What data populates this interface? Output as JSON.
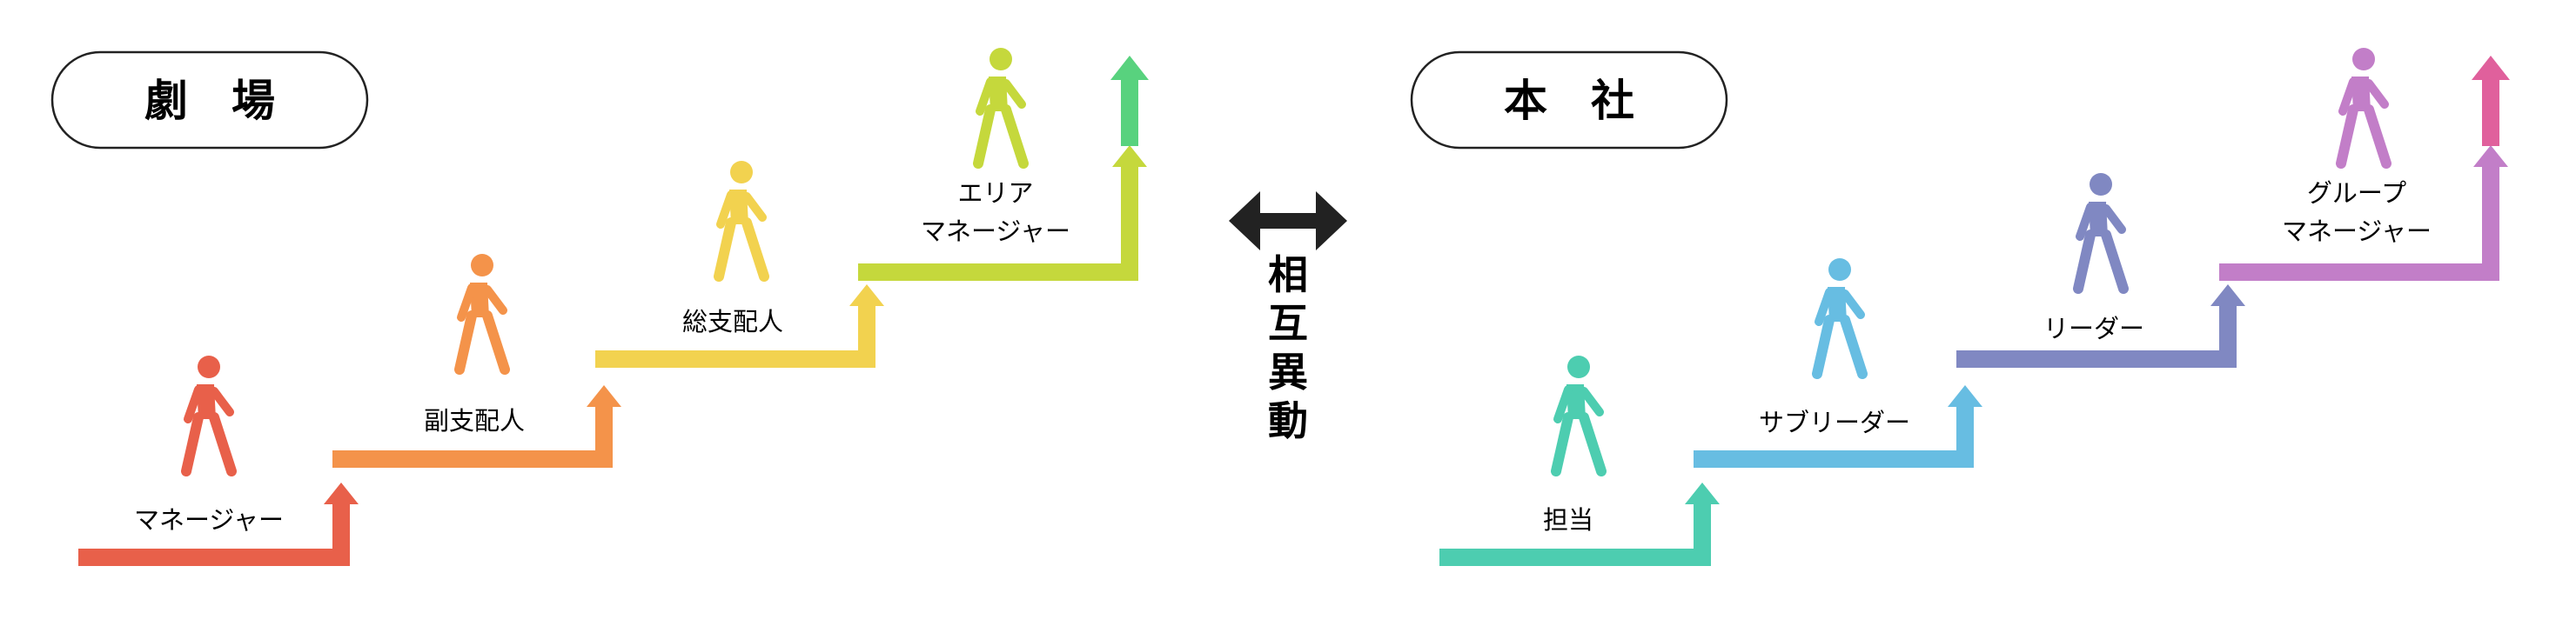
{
  "left_panel": {
    "title": "劇　場",
    "steps": [
      {
        "label_lines": [
          "マネージャー"
        ],
        "color": "#e8604a"
      },
      {
        "label_lines": [
          "副支配人"
        ],
        "color": "#f4934a"
      },
      {
        "label_lines": [
          "総支配人"
        ],
        "color": "#f2d24f"
      },
      {
        "label_lines": [
          "エリア",
          "マネージャー"
        ],
        "color": "#c5d83c"
      },
      {
        "label_lines": [],
        "color": "#58d27e"
      }
    ]
  },
  "right_panel": {
    "title": "本　社",
    "steps": [
      {
        "label_lines": [
          "担当"
        ],
        "color": "#4dcdb0"
      },
      {
        "label_lines": [
          "サブリーダー"
        ],
        "color": "#67bde2"
      },
      {
        "label_lines": [
          "リーダー"
        ],
        "color": "#8088c2"
      },
      {
        "label_lines": [
          "グループ",
          "マネージャー"
        ],
        "color": "#c27ec8"
      },
      {
        "label_lines": [],
        "color": "#e0609c"
      }
    ]
  },
  "center": {
    "chars": [
      "相",
      "互",
      "異",
      "動"
    ],
    "arrow_color": "#222222"
  }
}
